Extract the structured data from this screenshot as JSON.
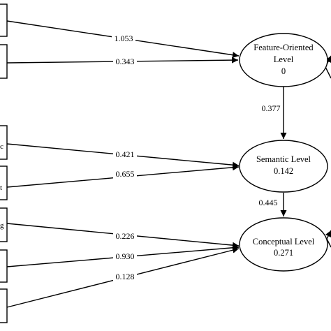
{
  "nodes": {
    "feature": {
      "lines": [
        "Feature-Oriented",
        "Level",
        "0"
      ]
    },
    "semantic": {
      "lines": [
        "Semantic Level",
        "0.142"
      ]
    },
    "conceptual": {
      "lines": [
        "Conceptual Level",
        "0.271"
      ]
    }
  },
  "left_box_fragments": {
    "box3": "c",
    "box4": "t",
    "box5": "g"
  },
  "paths": {
    "box1_to_feature": "1.053",
    "box2_to_feature": "0.343",
    "feature_to_semantic": "0.377",
    "box3_to_semantic": "0.421",
    "box4_to_semantic": "0.655",
    "semantic_to_conceptual": "0.445",
    "box5_to_conceptual": "0.226",
    "box6_to_conceptual": "0.930",
    "box7_to_conceptual": "0.128"
  }
}
